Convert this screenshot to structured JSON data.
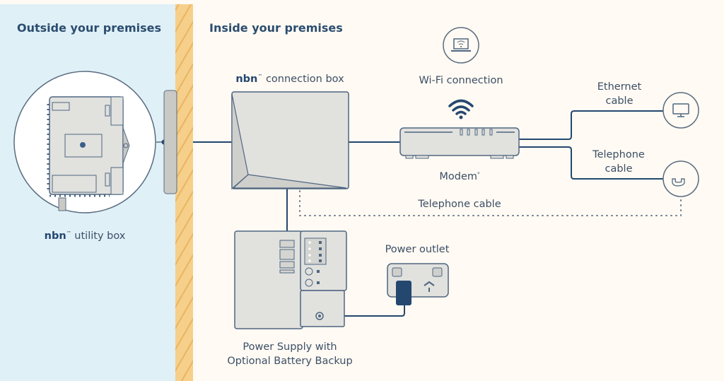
{
  "sections": {
    "outside_title": "Outside your premises",
    "inside_title": "Inside your premises"
  },
  "devices": {
    "utility_box": {
      "brand": "nbn",
      "tm": "™",
      "label": "utility box"
    },
    "connection_box": {
      "brand": "nbn",
      "tm": "™",
      "label": "connection box"
    },
    "wifi": {
      "label": "Wi-Fi connection"
    },
    "modem": {
      "label": "Modem",
      "mark": "*"
    },
    "ethernet": {
      "line1": "Ethernet",
      "line2": "cable"
    },
    "telephone": {
      "line1": "Telephone",
      "line2": "cable"
    },
    "telephone_dotted": {
      "label": "Telephone cable"
    },
    "power_outlet": {
      "label": "Power outlet"
    },
    "power_supply": {
      "line1": "Power Supply with",
      "line2": "Optional Battery Backup"
    }
  },
  "colors": {
    "outside_bg": "#dff0f7",
    "inside_bg": "#fffaf3",
    "wall": "#f6cf8a",
    "line": "#24476f",
    "device_fill": "#e1e1de"
  }
}
